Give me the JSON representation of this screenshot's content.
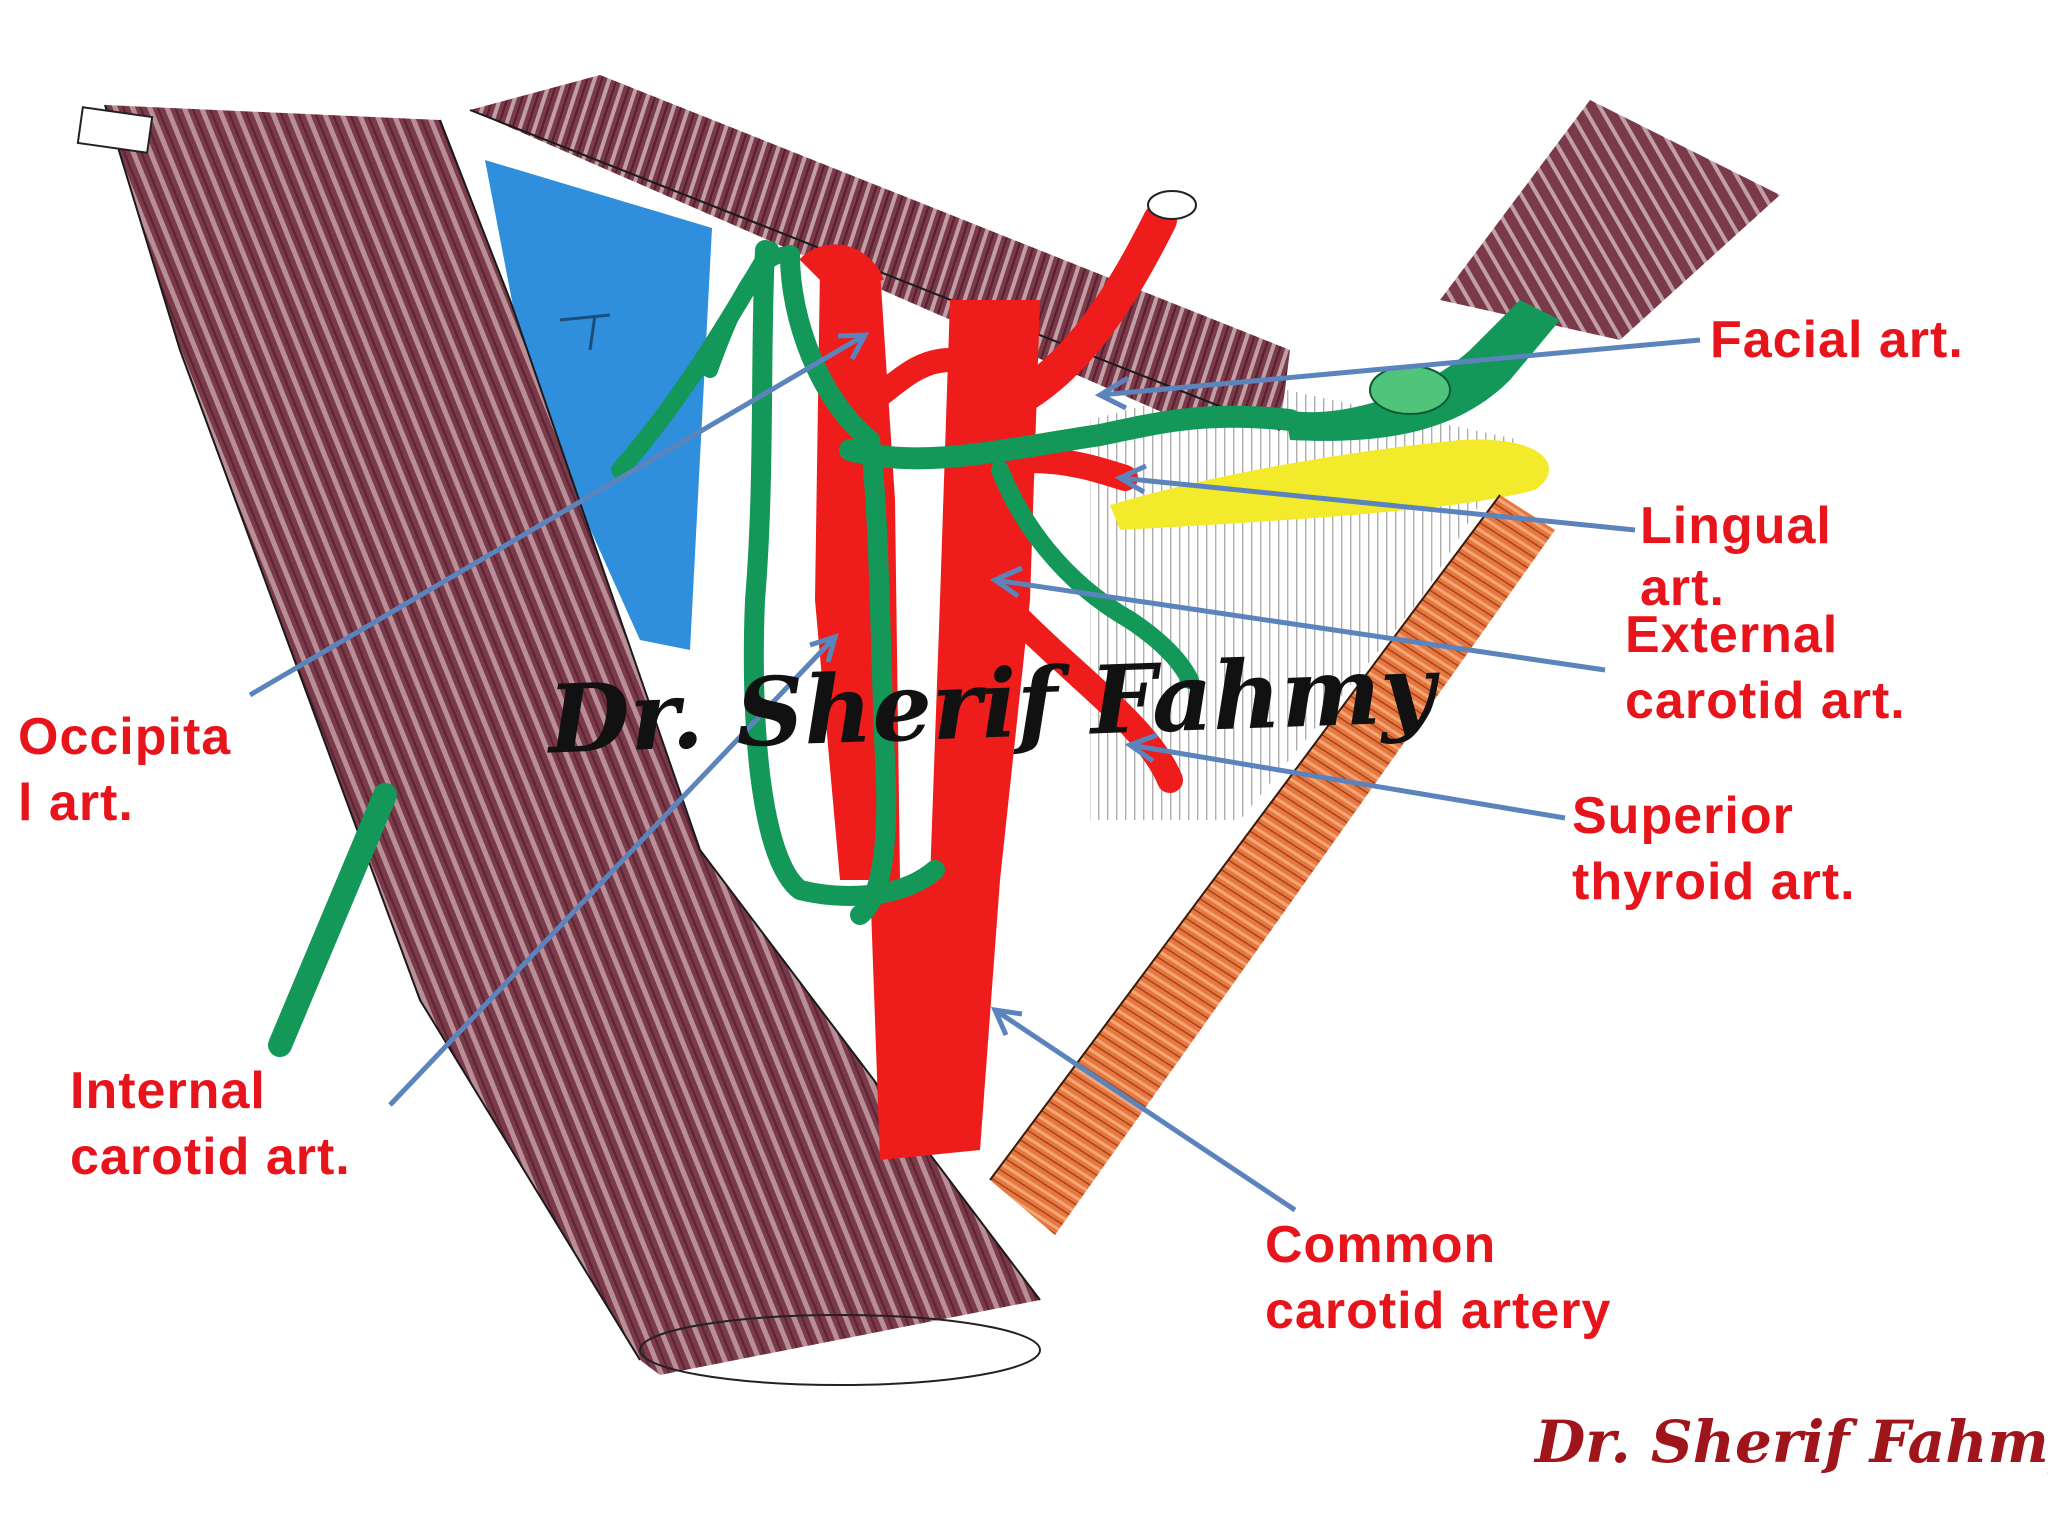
{
  "colors": {
    "label": "#e8141b",
    "pointer": "#5b84bd",
    "artery": "#ef1c1c",
    "vein_green": "#13985a",
    "muscle": "#7a3a4a",
    "muscle_orange": "#e8763f",
    "ijv_blue": "#2f8fdc",
    "hyoid_yellow": "#f2ea2a"
  },
  "labels": {
    "facial": [
      "Facial art."
    ],
    "lingual": [
      "Lingual",
      "art."
    ],
    "external_carotid": [
      "External",
      "carotid art."
    ],
    "superior_thyroid": [
      "Superior",
      "thyroid art."
    ],
    "occipital": [
      "Occipita",
      "l art."
    ],
    "internal_carotid": [
      "Internal",
      "carotid art."
    ],
    "common_carotid": [
      "Common",
      "carotid artery"
    ]
  },
  "watermarks": {
    "center": "Dr. Sherif Fahmy",
    "corner": "Dr. Sherif Fahmy"
  }
}
